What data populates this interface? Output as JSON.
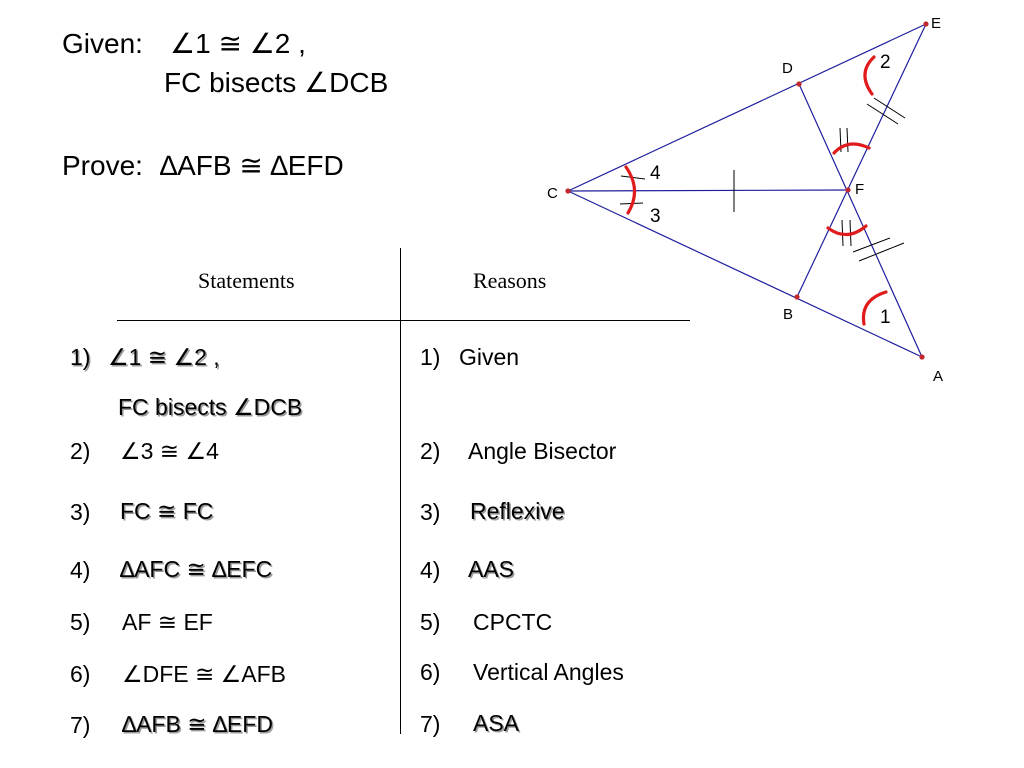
{
  "given": {
    "label": "Given:",
    "line1": "∠1 ≅ ∠2 ,",
    "line2": "FC bisects ∠DCB"
  },
  "prove": {
    "label": "Prove:",
    "statement": "∆AFB ≅ ∆EFD"
  },
  "table": {
    "headers": {
      "statements": "Statements",
      "reasons": "Reasons"
    },
    "rows": [
      {
        "num": "1)",
        "statement": "∠1 ≅ ∠2 ,",
        "statement2": "FC bisects ∠DCB",
        "reason_num": "1)",
        "reason": "Given"
      },
      {
        "num": "2)",
        "statement": "∠3 ≅ ∠4",
        "reason_num": "2)",
        "reason": "Angle Bisector"
      },
      {
        "num": "3)",
        "statement": "FC ≅ FC",
        "reason_num": "3)",
        "reason": "Reflexive"
      },
      {
        "num": "4)",
        "statement": "∆AFC ≅ ∆EFC",
        "reason_num": "4)",
        "reason": "AAS"
      },
      {
        "num": "5)",
        "statement": "AF ≅ EF",
        "reason_num": "5)",
        "reason": "CPCTC"
      },
      {
        "num": "6)",
        "statement": "∠DFE ≅ ∠AFB",
        "reason_num": "6)",
        "reason": "Vertical Angles"
      },
      {
        "num": "7)",
        "statement": "∆AFB ≅ ∆EFD",
        "reason_num": "7)",
        "reason": "ASA"
      }
    ]
  },
  "diagram": {
    "points": {
      "E": "E",
      "D": "D",
      "C": "C",
      "F": "F",
      "B": "B",
      "A": "A"
    },
    "angle_labels": {
      "a1": "1",
      "a2": "2",
      "a3": "3",
      "a4": "4"
    },
    "colors": {
      "lines": "#1f1f9e",
      "arcs": "#e01b1b",
      "points": "#c0282d"
    }
  }
}
